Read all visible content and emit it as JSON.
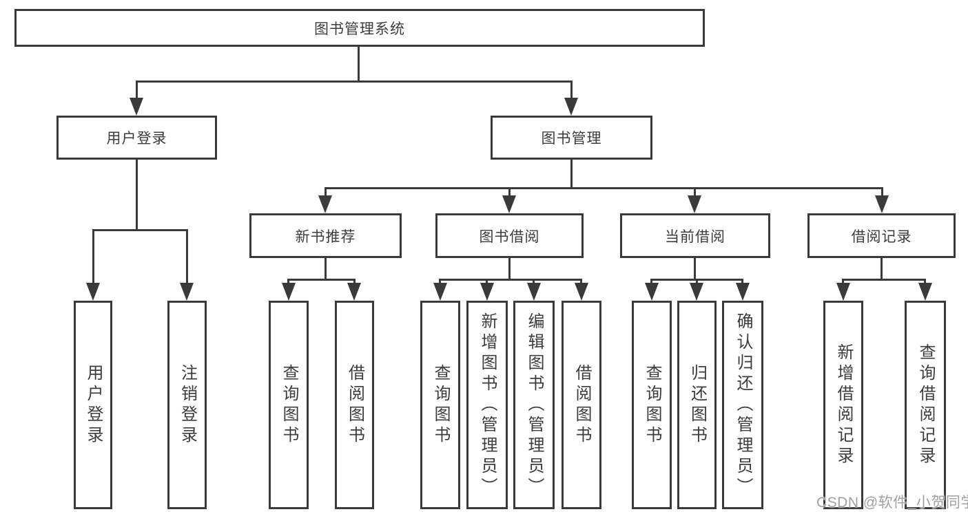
{
  "diagram": {
    "root": {
      "label": "图书管理系统"
    },
    "user_login": {
      "label": "用户登录",
      "children": {
        "login": {
          "label": "用户登录"
        },
        "logout": {
          "label": "注销登录"
        }
      }
    },
    "book_mgmt": {
      "label": "图书管理",
      "new_book": {
        "label": "新书推荐",
        "children": {
          "query_book": {
            "label": "查询图书"
          },
          "borrow_book": {
            "label": "借阅图书"
          }
        }
      },
      "book_borrow": {
        "label": "图书借阅",
        "children": {
          "query_book": {
            "label": "查询图书"
          },
          "add_book": {
            "label": "新增图书（管理员）"
          },
          "edit_book": {
            "label": "编辑图书（管理员）"
          },
          "borrow_book": {
            "label": "借阅图书"
          }
        }
      },
      "current_borrow": {
        "label": "当前借阅",
        "children": {
          "query_book": {
            "label": "查询图书"
          },
          "return_book": {
            "label": "归还图书"
          },
          "confirm_return": {
            "label": "确认归还（管理员）"
          }
        }
      },
      "borrow_record": {
        "label": "借阅记录",
        "children": {
          "add_record": {
            "label": "新增借阅记录"
          },
          "query_record": {
            "label": "查询借阅记录"
          }
        }
      }
    }
  },
  "watermark": {
    "text": "CSDN @软件_小贺同学"
  },
  "colors": {
    "line": "#3a3a3a",
    "text": "#3c3c3c",
    "watermark": "#a0a0a0",
    "background": "#ffffff"
  }
}
